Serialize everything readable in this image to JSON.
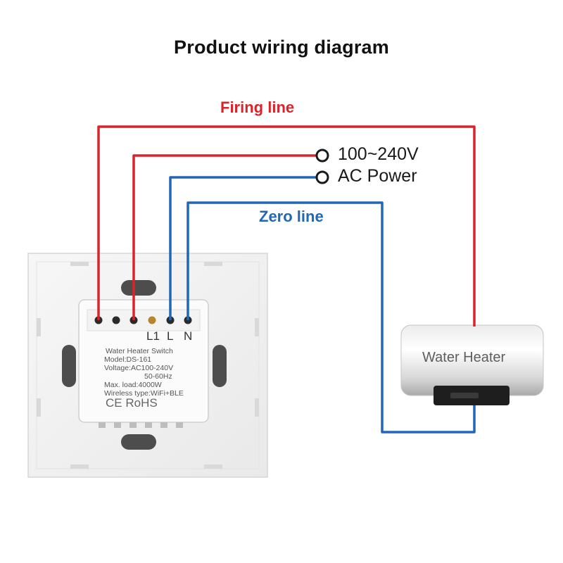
{
  "title": "Product wiring diagram",
  "labels": {
    "firing_line": "Firing line",
    "zero_line": "Zero line",
    "power_line1": "100~240V",
    "power_line2": "AC Power"
  },
  "terminals": {
    "l1": "L1",
    "l": "L",
    "n": "N"
  },
  "module": {
    "name": "Water Heater Switch",
    "model": "Model:DS-161",
    "voltage": "Voltage:AC100-240V",
    "frequency": "50-60Hz",
    "max_load": "Max. load:4000W",
    "wireless": "Wireless type:WiFi+BLE",
    "certifications": "CE RoHS"
  },
  "device": {
    "name": "Water Heater"
  },
  "colors": {
    "firing": "#d9242b",
    "zero": "#2167b8",
    "panel": "#f2f2f2"
  }
}
